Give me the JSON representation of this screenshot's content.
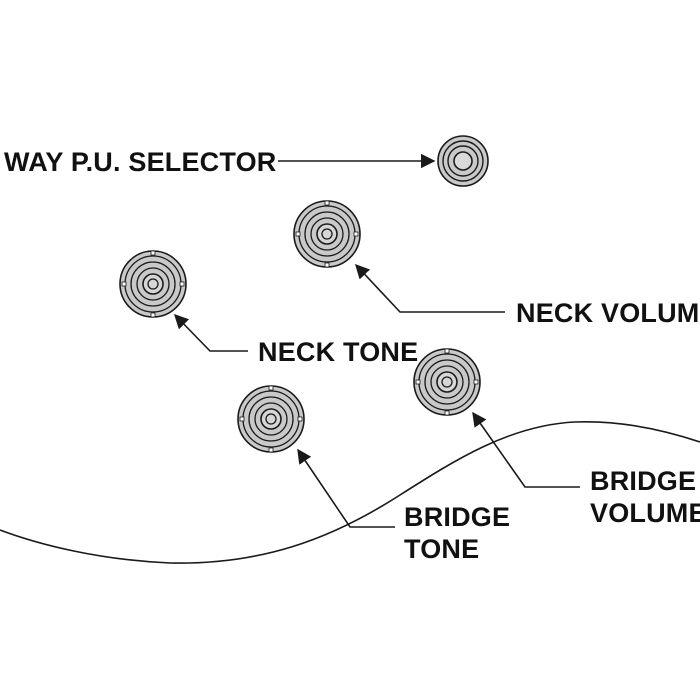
{
  "labels": {
    "selector": "WAY P.U. SELECTOR",
    "neck_volume": "NECK VOLUME",
    "neck_tone": "NECK TONE",
    "bridge_volume_line1": "BRIDGE",
    "bridge_volume_line2": "VOLUME",
    "bridge_tone_line1": "BRIDGE",
    "bridge_tone_line2": "TONE"
  },
  "colors": {
    "knob_fill": "#c9c9c9",
    "line": "#1a1a1a",
    "background": "#ffffff"
  }
}
